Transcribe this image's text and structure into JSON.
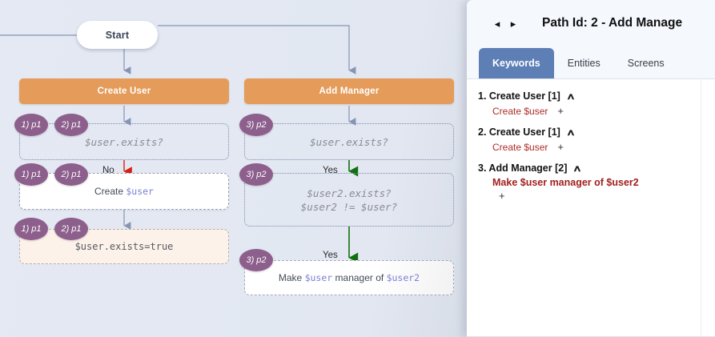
{
  "canvas": {
    "start_label": "Start",
    "columns": [
      {
        "header": "Create User",
        "nodes": [
          {
            "kind": "condition",
            "lines": [
              "$user.exists?"
            ],
            "badges": [
              "1) p1",
              "2) p1"
            ]
          },
          {
            "kind": "action",
            "lines": [
              "Create $user"
            ],
            "badges": [
              "1) p1",
              "2) p1"
            ],
            "incoming_label": "No",
            "incoming_color": "#d91f11"
          },
          {
            "kind": "state",
            "lines": [
              "$user.exists=true"
            ],
            "badges": [
              "1) p1",
              "2) p1"
            ]
          }
        ]
      },
      {
        "header": "Add Manager",
        "nodes": [
          {
            "kind": "condition",
            "lines": [
              "$user.exists?"
            ],
            "badges": [
              "3) p2"
            ]
          },
          {
            "kind": "condition",
            "lines": [
              "$user2.exists?",
              "$user2 != $user?"
            ],
            "badges": [
              "3) p2"
            ],
            "incoming_label": "Yes",
            "incoming_color": "#107010"
          },
          {
            "kind": "action",
            "lines": [
              "Make $user manager of $user2"
            ],
            "badges": [
              "3) p2"
            ],
            "incoming_label": "Yes",
            "incoming_color": "#107010"
          }
        ]
      }
    ],
    "colors": {
      "group_header": "#e59b59",
      "badge": "#8d5f8c",
      "connector": "#8595b5",
      "variable": "#7b7fd4",
      "yes_arrow": "#107010",
      "no_arrow": "#d91f11"
    }
  },
  "panel": {
    "nav_prev_icon": "triangle-left-icon",
    "nav_next_icon": "triangle-right-icon",
    "nav_prev_glyph": "◂",
    "nav_next_glyph": "▸",
    "title": "Path Id: 2 - Add Manage",
    "tabs": [
      {
        "label": "Keywords",
        "active": true
      },
      {
        "label": "Entities",
        "active": false
      },
      {
        "label": "Screens",
        "active": false
      }
    ],
    "accent": "#5d7fb5",
    "keyword_groups": [
      {
        "heading": "1. Create User [1]",
        "caret": "∧",
        "items": [
          {
            "label": "Create $user",
            "plus": "+",
            "strong": false
          }
        ]
      },
      {
        "heading": "2. Create User [1]",
        "caret": "∧",
        "items": [
          {
            "label": "Create $user",
            "plus": "+",
            "strong": false
          }
        ]
      },
      {
        "heading": "3. Add Manager [2]",
        "caret": "∧",
        "items": [
          {
            "label": "Make $user manager of $user2",
            "plus": "+",
            "strong": true
          }
        ]
      }
    ]
  }
}
